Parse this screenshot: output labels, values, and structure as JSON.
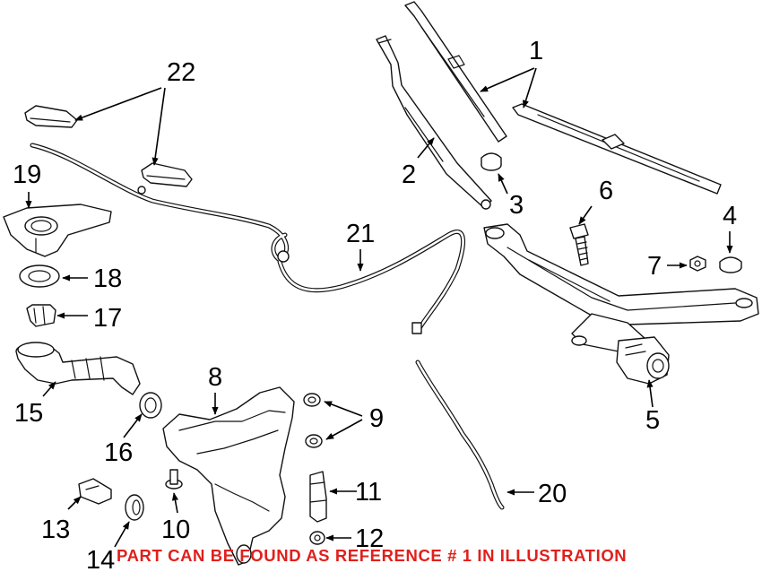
{
  "callouts": {
    "c1": "1",
    "c2": "2",
    "c3": "3",
    "c4": "4",
    "c5": "5",
    "c6": "6",
    "c7": "7",
    "c8": "8",
    "c9": "9",
    "c10": "10",
    "c11": "11",
    "c12": "12",
    "c13": "13",
    "c14": "14",
    "c15": "15",
    "c16": "16",
    "c17": "17",
    "c18": "18",
    "c19": "19",
    "c20": "20",
    "c21": "21",
    "c22": "22"
  },
  "note": "PART CAN BE FOUND AS REFERENCE # 1 IN ILLUSTRATION",
  "colors": {
    "note": "#e0201c",
    "line": "#111111",
    "background": "#ffffff"
  }
}
